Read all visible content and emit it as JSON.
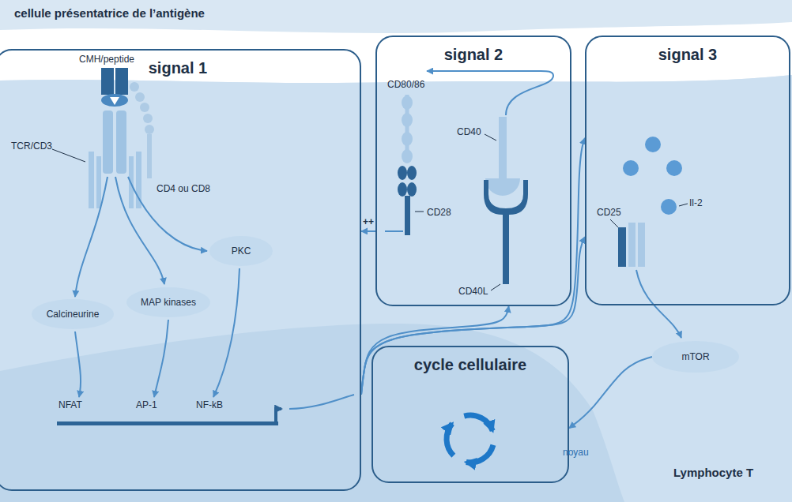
{
  "diagram": {
    "nodes": [
      {
        "text": [
          "signal 1"
        ]
      },
      {
        "text": [
          "Calcineurine"
        ],
        "in": 0
      },
      {
        "text": [
          "MAP kinases"
        ],
        "in": 0
      },
      {
        "text": [
          "PKC"
        ],
        "in": 0
      },
      {
        "text": [
          "signal 2"
        ]
      },
      {
        "text": [
          "signal 3"
        ]
      },
      {
        "text": [
          "mTOR"
        ],
        "in": 5
      },
      {
        "text": [
          "cycle cellulaire"
        ]
      }
    ],
    "edges": [
      {
        "from": 4,
        "to": 0,
        "label": "++",
        "arrow": "to"
      },
      {
        "from": 0,
        "to": 5,
        "arrow": "to"
      },
      {
        "from": 0,
        "to": 5,
        "arrow": "to"
      },
      {
        "from": 0,
        "to": 4,
        "arrow": "to"
      },
      {
        "from": 6,
        "to": 7,
        "arrow": "to"
      }
    ],
    "labels": [
      "cellule présentatrice de l’antigène",
      "CMH/peptide",
      "CD4 ou CD8",
      "TCR/CD3",
      "NFAT",
      "AP-1",
      "NF-kB",
      "CD80/86",
      "CD40",
      "CD28",
      "CD40L",
      "Il-2",
      "CD25",
      "noyau",
      "Lymphocyte T"
    ]
  }
}
